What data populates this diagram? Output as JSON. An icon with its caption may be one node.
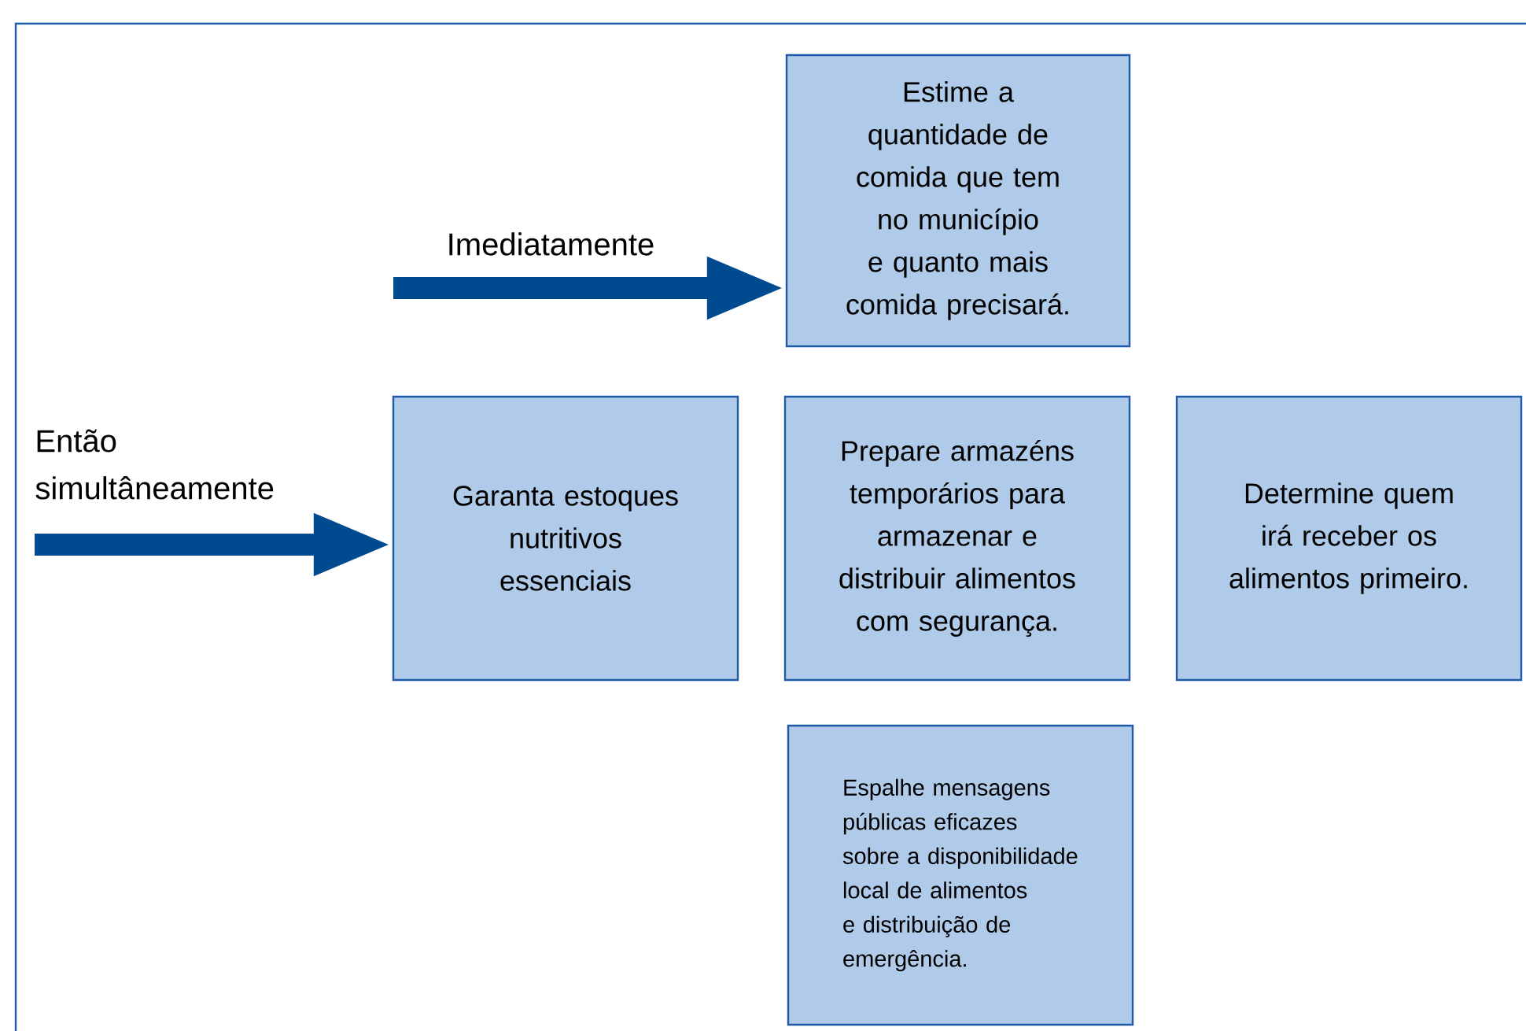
{
  "diagram": {
    "nodes": [
      {
        "text": [
          "Estime a quantidade de comida que tem no município e quanto mais comida precisará."
        ]
      },
      {
        "text": [
          "Garanta estoques nutritivos essenciais"
        ]
      },
      {
        "text": [
          "Prepare armazéns temporários para armazenar e distribuir alimentos com segurança."
        ]
      },
      {
        "text": [
          "Determine quem irá receber os alimentos primeiro."
        ]
      },
      {
        "text": [
          "Espalhe mensagens públicas eficazes sobre a disponibilidade local de alimentos e distribuição de emergência."
        ]
      }
    ],
    "edges": [
      {
        "from": null,
        "to": 0,
        "arrow": "to",
        "label": "Imediatamente"
      },
      {
        "from": null,
        "to": 1,
        "arrow": "to",
        "label": "Então simultâneamente"
      }
    ]
  }
}
